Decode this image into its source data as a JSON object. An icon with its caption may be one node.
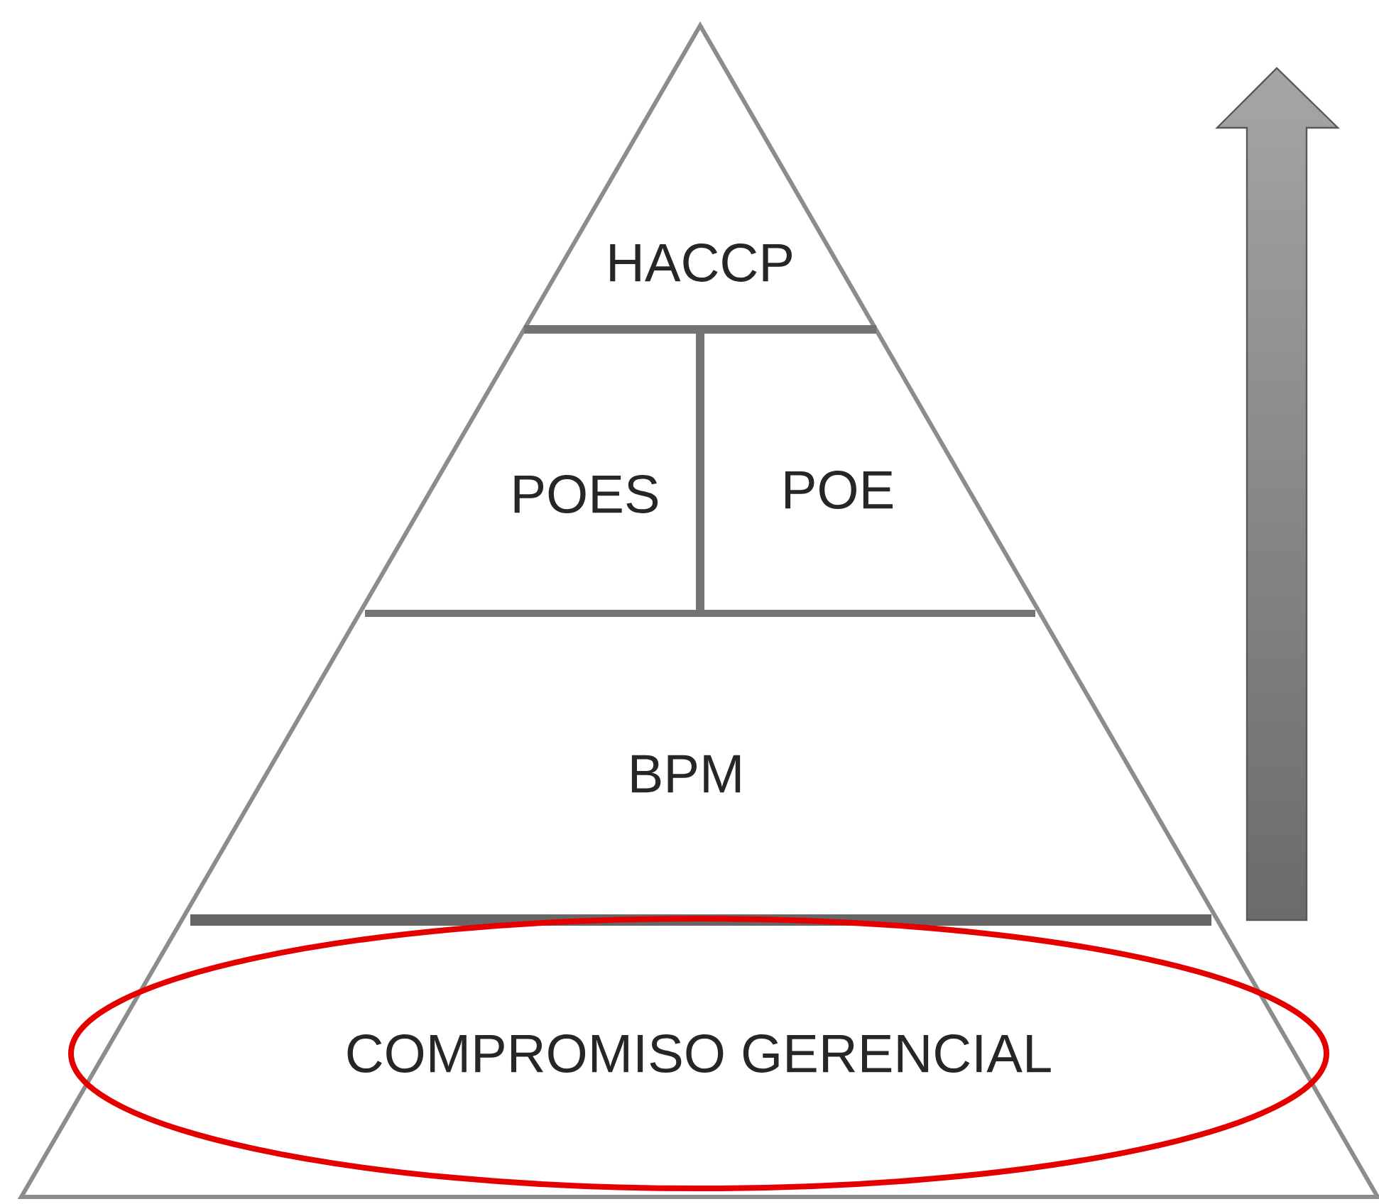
{
  "diagram": {
    "nodes": [
      {
        "text": [
          "HACCP"
        ]
      },
      {
        "text": [
          "POES"
        ]
      },
      {
        "text": [
          "POE"
        ]
      },
      {
        "text": [
          "BPM"
        ]
      },
      {
        "text": [
          "COMPROMISO GERENCIAL"
        ]
      }
    ]
  }
}
